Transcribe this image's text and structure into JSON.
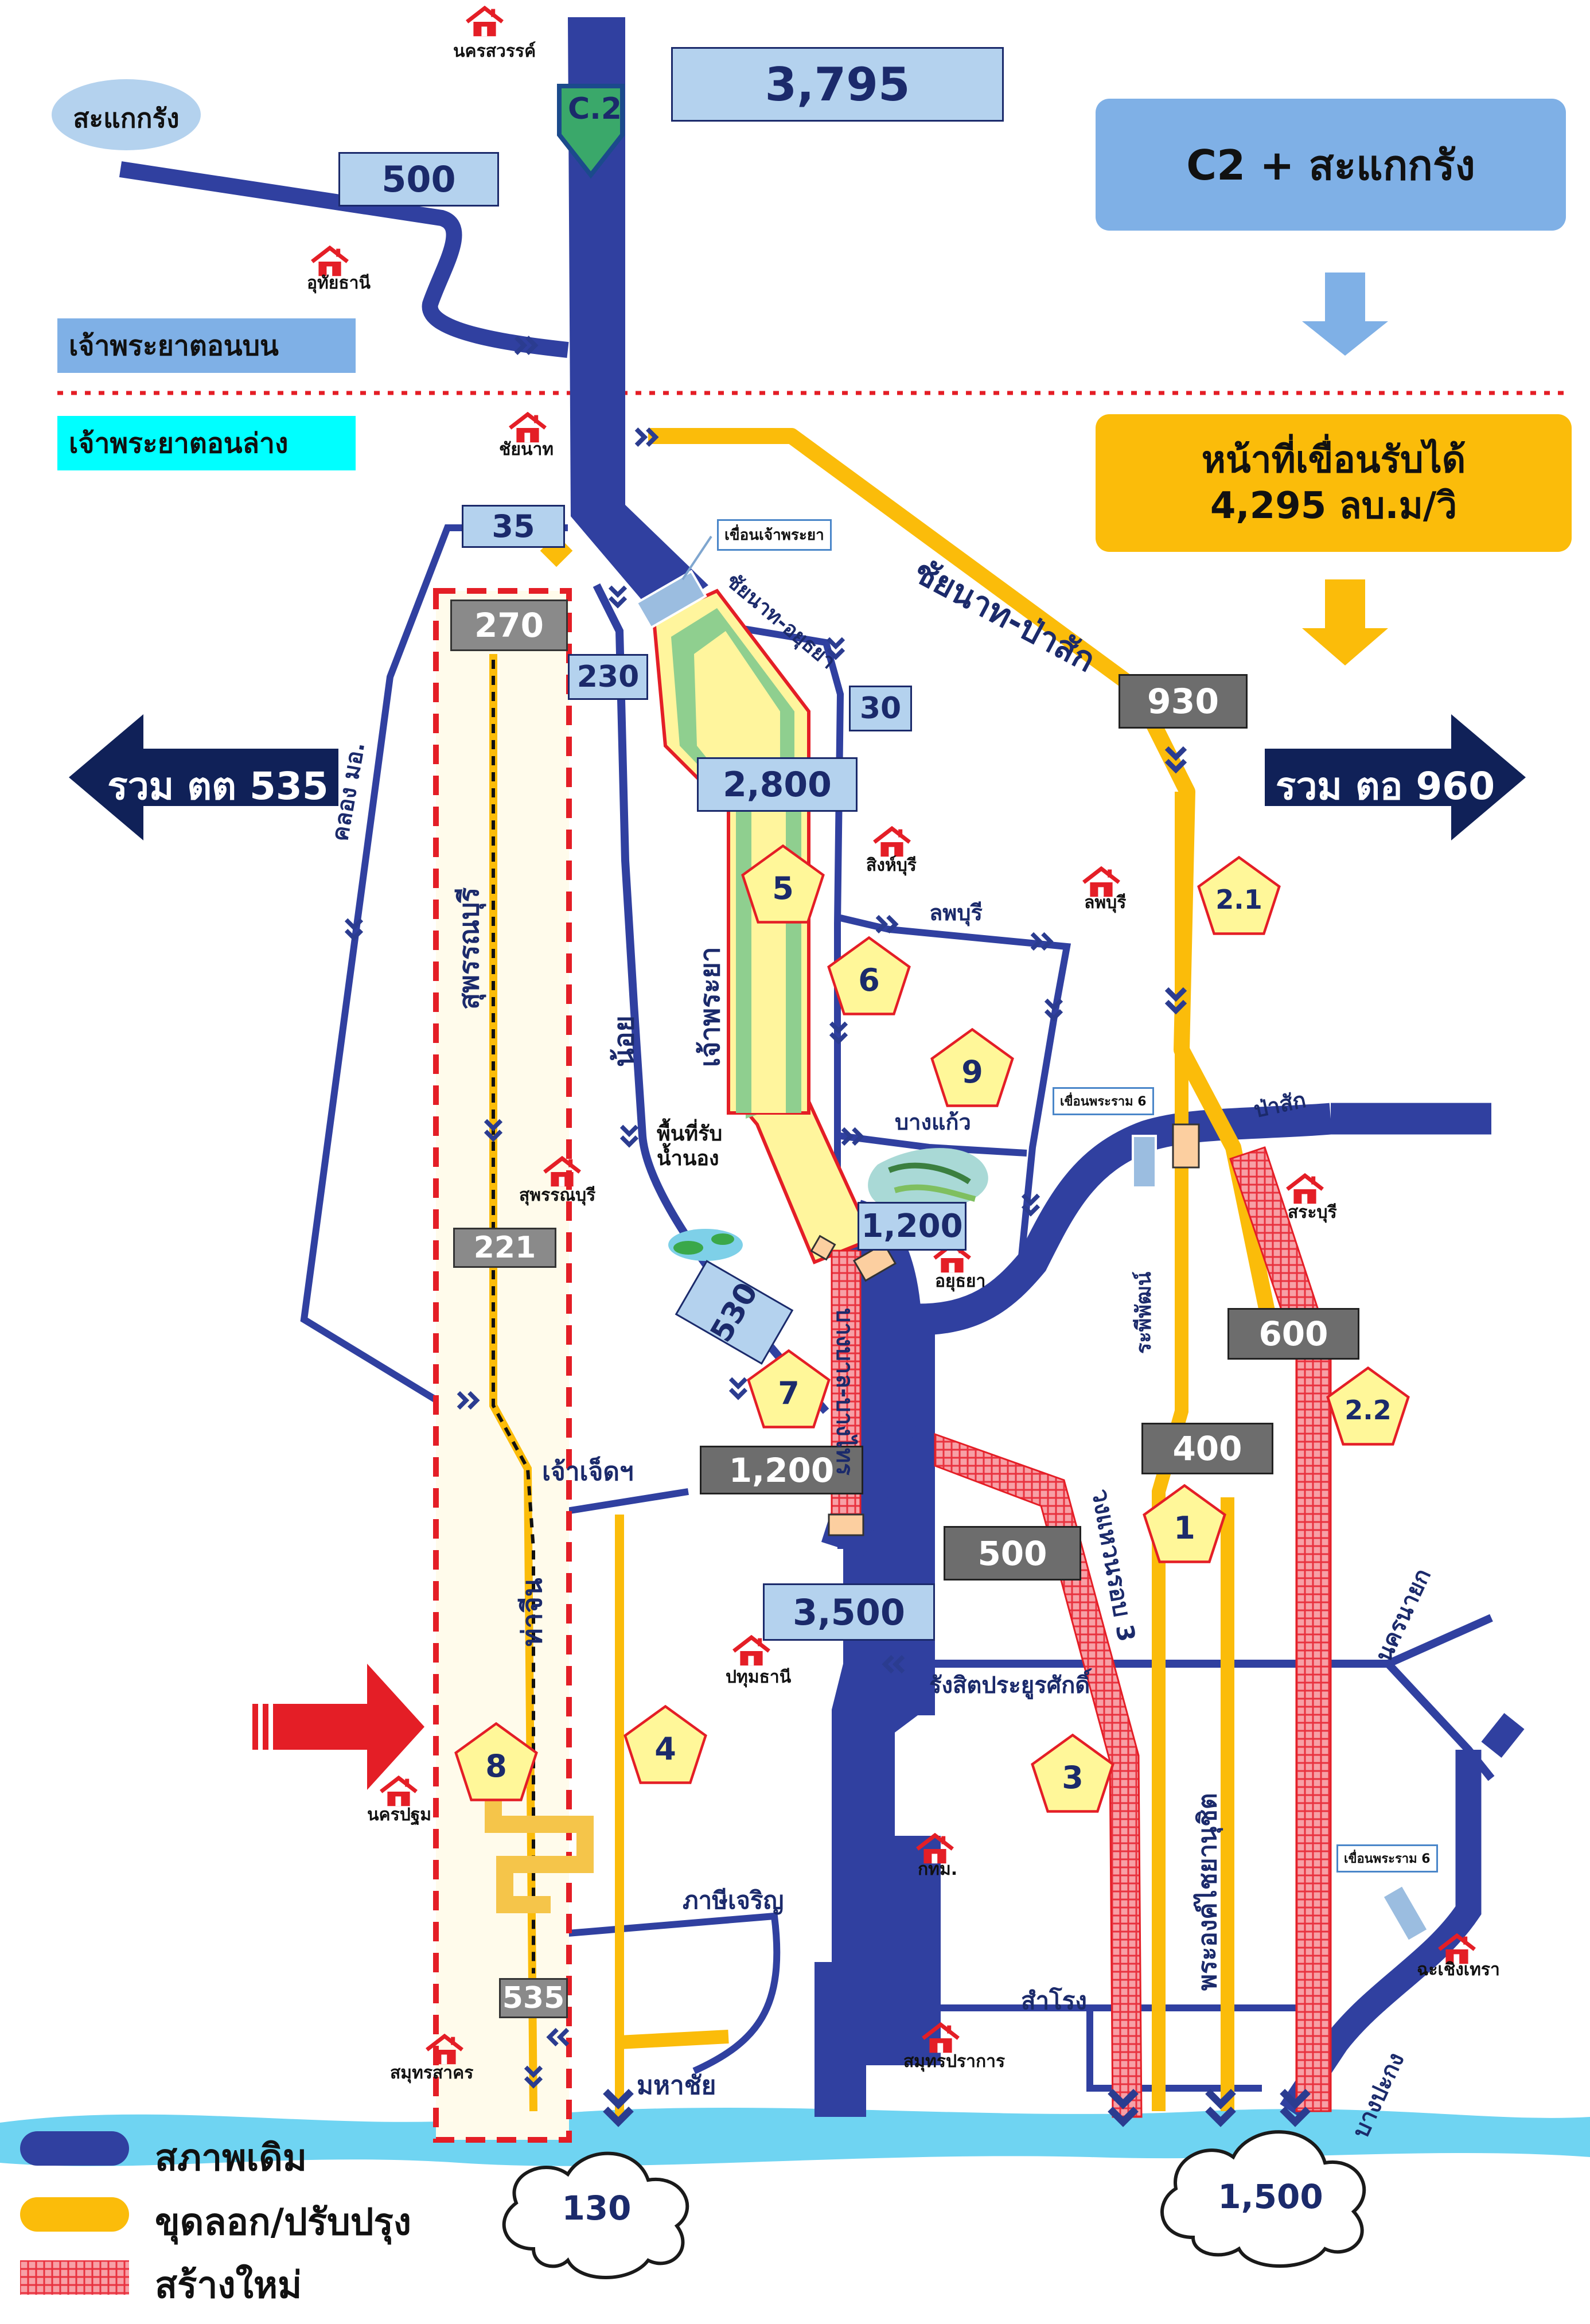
{
  "regions": {
    "upper_label": "เจ้าพระยาตอนบน",
    "lower_label": "เจ้าพระยาตอนล่าง"
  },
  "header": {
    "c2_label": "C.2",
    "total_top": "3,795",
    "combo_label": "C2 + สะแกกรัง",
    "sakae_krang": "สะแกกรัง",
    "sakae_flow": "500",
    "dam_capacity_line1": "หน้าที่เขื่อนรับได้",
    "dam_capacity_line2": "4,295 ลบ.ม/วิ"
  },
  "summary": {
    "west_total": "รวม ตต 535",
    "east_total": "รวม ตอ 960"
  },
  "flows": {
    "f35": "35",
    "f270": "270",
    "f230": "230",
    "f30": "30",
    "f2800": "2,800",
    "f930": "930",
    "f1200_mid": "1,200",
    "f530": "530",
    "f221": "221",
    "f1200_low": "1,200",
    "f600": "600",
    "f400": "400",
    "f500": "500",
    "f3500": "3,500",
    "f535": "535",
    "f130": "130",
    "f1500": "1,500"
  },
  "provinces": {
    "nakhon_sawan": "นครสวรรค์",
    "uthai_thani": "อุทัยธานี",
    "chai_nat": "ชัยนาท",
    "sing_buri": "สิงห์บุรี",
    "lop_buri": "ลพบุรี",
    "saraburi": "สระบุรี",
    "suphan_buri": "สุพรรณบุรี",
    "ayutthaya": "อยุธยา",
    "pathum_thani": "ปทุมธานี",
    "nakhon_pathom": "นครปฐม",
    "bangkok": "กทม.",
    "chachoengsao": "ฉะเชิงเทรา",
    "samut_sakhon": "สมุทรสาคร",
    "samut_prakan": "สมุทรปราการ"
  },
  "rivers": {
    "chainat_pasak": "ชัยนาท-ป่าสัก",
    "chainat_ayutthaya": "ชัยนาท-อยุธยา",
    "khlong_mo": "คลอง มอ.",
    "suphan": "สุพรรณบุรี",
    "noi": "น้อย",
    "chao_phraya": "เจ้าพระยา",
    "lop_buri": "ลพบุรี",
    "bang_kaeo": "บางแก้ว",
    "pa_sak": "ป่าสัก",
    "raphiphat": "ระพีพัฒน์",
    "bang_ban": "บางบาล-บางไทร",
    "chao_chet": "เจ้าเจ็ดฯ",
    "ring3": "วงแหวนรอบ 3",
    "tha_chin": "ท่าจีน",
    "rangsit": "รังสิตประยูรศักดิ์",
    "nakhon_nayok": "นครนายก",
    "phra_ong_chaiya": "พระองค์ไชยานุชิต",
    "phasi_charoen": "ภาษีเจริญ",
    "samrong": "สำโรง",
    "bang_pakong": "บางปะกง",
    "maha_chai": "มหาชัย"
  },
  "structures": {
    "chao_phraya_dam": "เขื่อนเจ้าพระยา",
    "rama6_dam_north": "เขื่อนพระราม 6",
    "rama6_dam_south": "เขื่อนพระราม 6",
    "retention": "พื้นที่รับน้ำนอง"
  },
  "projects": [
    "5",
    "6",
    "9",
    "2.1",
    "7",
    "1",
    "2.2",
    "3",
    "4",
    "8"
  ],
  "legend": {
    "existing": "สภาพเดิม",
    "dredge": "ขุดลอก/ปรับปรุง",
    "new": "สร้างใหม่"
  },
  "colors": {
    "existing": "#3040a0",
    "dredge": "#fbbc0a",
    "new": "#f04d58",
    "label_box": "#b4d2ee",
    "gray_box": "#707070",
    "navy_arrow": "#102158",
    "pentagon": "#fff799",
    "sea": "#6fd4f2"
  }
}
